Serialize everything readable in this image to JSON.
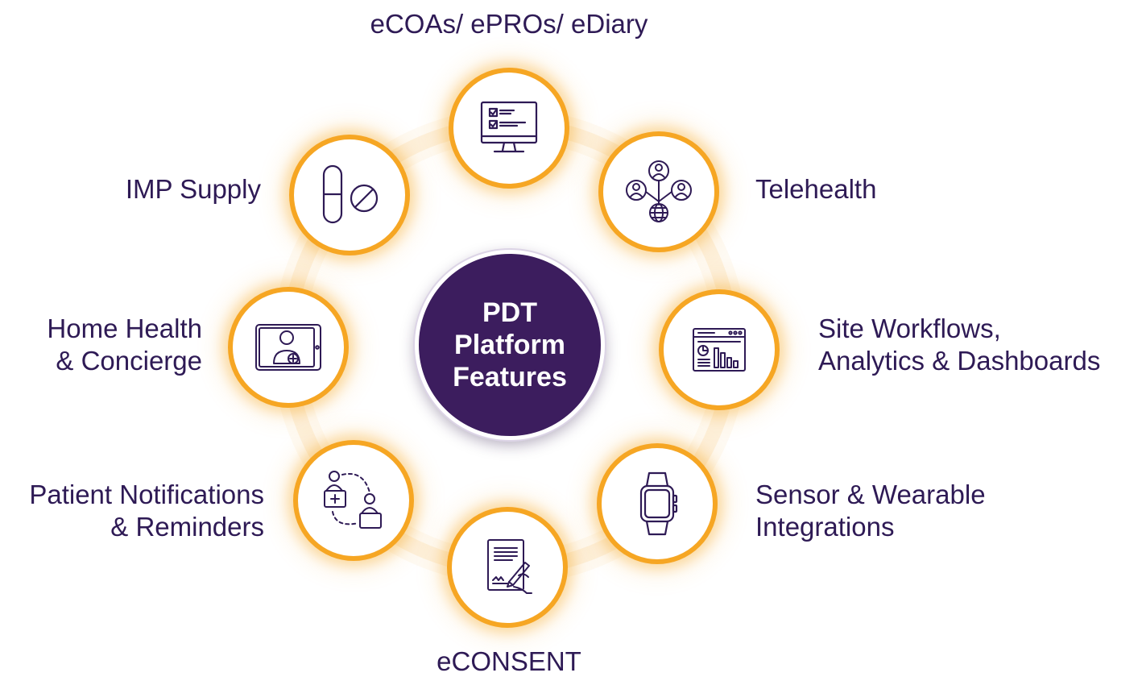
{
  "center": {
    "line1": "PDT",
    "line2": "Platform",
    "line3": "Features"
  },
  "nodes": [
    {
      "id": "ecoa",
      "label_lines": [
        "eCOAs/ ePROs/ eDiary"
      ],
      "icon": "checklist-monitor-icon"
    },
    {
      "id": "telehealth",
      "label_lines": [
        "Telehealth"
      ],
      "icon": "network-people-icon"
    },
    {
      "id": "site",
      "label_lines": [
        "Site Workflows,",
        "Analytics & Dashboards"
      ],
      "icon": "dashboard-icon"
    },
    {
      "id": "sensor",
      "label_lines": [
        "Sensor & Wearable",
        "Integrations"
      ],
      "icon": "smartwatch-icon"
    },
    {
      "id": "econsent",
      "label_lines": [
        "eCONSENT"
      ],
      "icon": "signed-document-icon"
    },
    {
      "id": "notifications",
      "label_lines": [
        "Patient Notifications",
        "& Reminders"
      ],
      "icon": "notification-exchange-icon"
    },
    {
      "id": "homehealth",
      "label_lines": [
        "Home Health",
        "& Concierge"
      ],
      "icon": "tablet-doctor-icon"
    },
    {
      "id": "imp",
      "label_lines": [
        "IMP Supply"
      ],
      "icon": "pills-icon"
    }
  ],
  "colors": {
    "ring": "#f6a623",
    "glow": "#f7aa28",
    "text": "#2e1a55",
    "hub": "#3c1d5e",
    "icon": "#2e1a55"
  }
}
